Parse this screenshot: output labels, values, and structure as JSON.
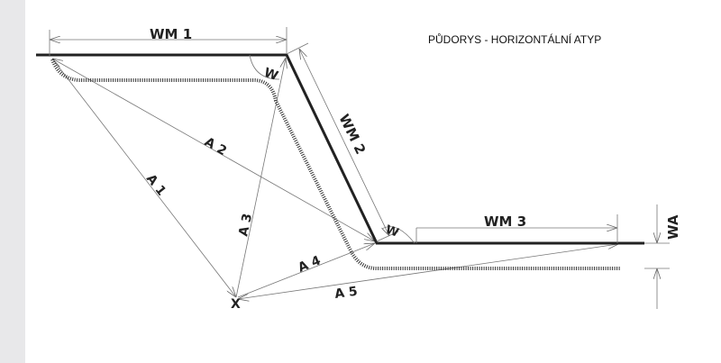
{
  "title": "PŮDORYS - HORIZONTÁLNÍ ATYP",
  "labels": {
    "wm1": "WM 1",
    "wm2": "WM 2",
    "wm3": "WM 3",
    "wa": "WA",
    "w_top": "W",
    "w_bottom": "W",
    "a1": "A 1",
    "a2": "A 2",
    "a3": "A 3",
    "a4": "A 4",
    "a5": "A 5",
    "x": "X"
  }
}
